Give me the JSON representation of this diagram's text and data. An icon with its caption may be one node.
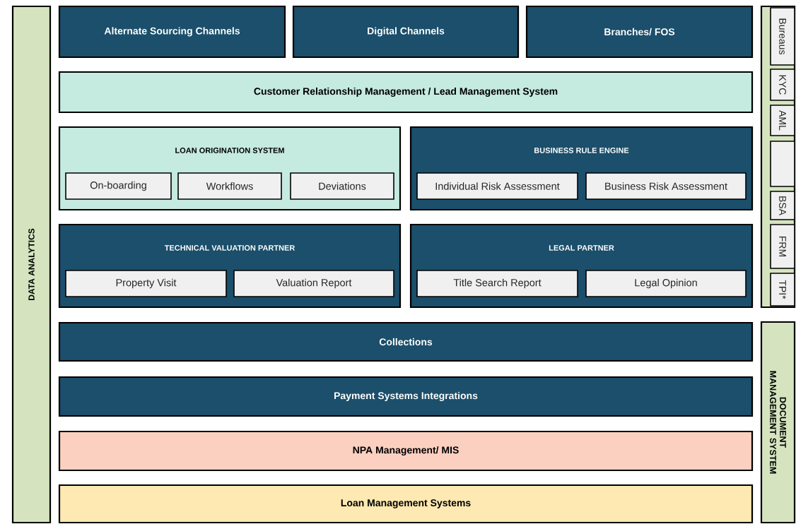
{
  "diagram": {
    "nodes": [
      {
        "text": [
          "DATA ANALYTICS"
        ]
      },
      {
        "text": [
          "Alternate Sourcing Channels"
        ]
      },
      {
        "text": [
          "Digital Channels"
        ]
      },
      {
        "text": [
          "Branches/ FOS"
        ]
      },
      {
        "text": [
          "Customer Relationship Management / Lead Management System"
        ]
      },
      {
        "text": [
          "LOAN ORIGINATION SYSTEM"
        ]
      },
      {
        "text": [
          "On-boarding"
        ],
        "in": 5
      },
      {
        "text": [
          "Workflows"
        ],
        "in": 5
      },
      {
        "text": [
          "Deviations"
        ],
        "in": 5
      },
      {
        "text": [
          "BUSINESS RULE ENGINE"
        ]
      },
      {
        "text": [
          "Individual Risk Assessment"
        ],
        "in": 9
      },
      {
        "text": [
          "Business Risk Assessment"
        ],
        "in": 9
      },
      {
        "text": [
          "TECHNICAL VALUATION PARTNER"
        ]
      },
      {
        "text": [
          "Property Visit"
        ],
        "in": 12
      },
      {
        "text": [
          "Valuation Report"
        ],
        "in": 12
      },
      {
        "text": [
          "LEGAL PARTNER"
        ]
      },
      {
        "text": [
          "Title Search Report"
        ],
        "in": 15
      },
      {
        "text": [
          "Legal Opinion"
        ],
        "in": 15
      },
      {
        "text": [
          "Collections"
        ]
      },
      {
        "text": [
          "Payment Systems Integrations"
        ]
      },
      {
        "text": [
          "NPA Management/ MIS"
        ]
      },
      {
        "text": [
          "Loan Management Systems"
        ]
      },
      {
        "text": [],
        "shape": "box"
      },
      {
        "text": [
          "Bureaus"
        ],
        "in": 22
      },
      {
        "text": [
          "KYC"
        ],
        "in": 22
      },
      {
        "text": [
          "AML"
        ],
        "in": 22
      },
      {
        "text": [],
        "shape": "box",
        "in": 22
      },
      {
        "text": [
          "BSA"
        ],
        "in": 22
      },
      {
        "text": [
          "FRM"
        ],
        "in": 22
      },
      {
        "text": [
          "TPI*"
        ],
        "in": 22
      },
      {
        "text": [
          "DOCUMENT MANAGEMENT SYSTEM"
        ]
      }
    ]
  }
}
